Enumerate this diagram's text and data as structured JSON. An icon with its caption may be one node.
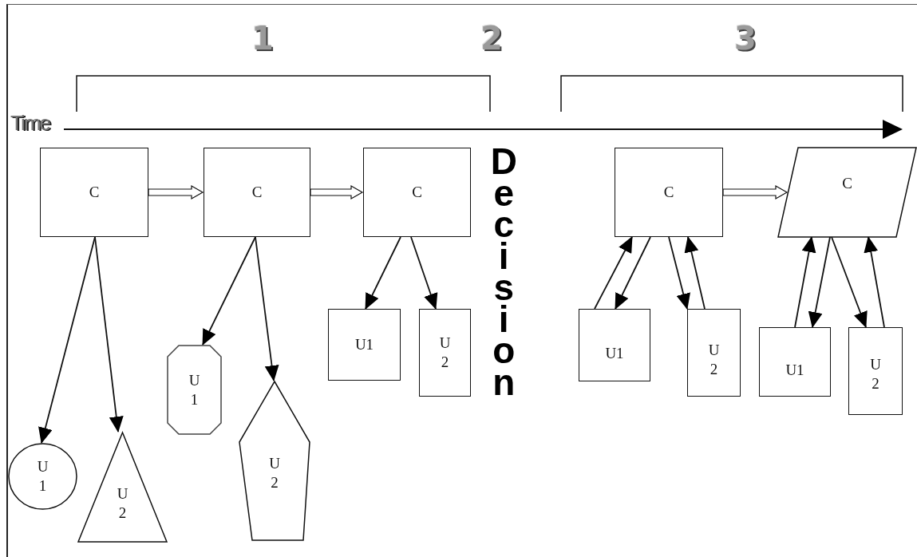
{
  "diagram": {
    "nodes": [
      {
        "text": [
          "C"
        ]
      },
      {
        "text": [
          "C"
        ]
      },
      {
        "text": [
          "C"
        ]
      },
      {
        "text": [
          "C"
        ]
      },
      {
        "text": [
          "C"
        ]
      },
      {
        "text": [
          "U 1"
        ]
      },
      {
        "text": [
          "U 2"
        ]
      },
      {
        "text": [
          "U 1"
        ]
      },
      {
        "text": [
          "U 2"
        ]
      },
      {
        "text": [
          "U1"
        ]
      },
      {
        "text": [
          "U 2"
        ]
      },
      {
        "text": [
          "U1"
        ]
      },
      {
        "text": [
          "U 2"
        ]
      },
      {
        "text": [
          "U1"
        ]
      },
      {
        "text": [
          "U 2"
        ]
      }
    ],
    "edges": [
      {
        "from": 0,
        "to": 1,
        "arrow": "to",
        "style": "thick"
      },
      {
        "from": 1,
        "to": 2,
        "arrow": "to",
        "style": "thick"
      },
      {
        "from": 3,
        "to": 4,
        "arrow": "to",
        "style": "thick"
      },
      {
        "from": 0,
        "to": 5,
        "arrow": "to"
      },
      {
        "from": 0,
        "to": 6,
        "arrow": "to"
      },
      {
        "from": 1,
        "to": 7,
        "arrow": "to"
      },
      {
        "from": 1,
        "to": 8,
        "arrow": "to"
      },
      {
        "from": 2,
        "to": 9,
        "arrow": "to"
      },
      {
        "from": 2,
        "to": 10,
        "arrow": "to"
      },
      {
        "from": 11,
        "to": 3,
        "arrow": "to"
      },
      {
        "from": 3,
        "to": 11,
        "arrow": "to"
      },
      {
        "from": 3,
        "to": 12,
        "arrow": "to"
      },
      {
        "from": 12,
        "to": 3,
        "arrow": "to"
      },
      {
        "from": 13,
        "to": 4,
        "arrow": "to"
      },
      {
        "from": 4,
        "to": 13,
        "arrow": "to"
      },
      {
        "from": 4,
        "to": 14,
        "arrow": "to"
      },
      {
        "from": 14,
        "to": 4,
        "arrow": "to"
      }
    ],
    "labels": [
      "1",
      "2",
      "3",
      "Time",
      "Decision"
    ]
  }
}
